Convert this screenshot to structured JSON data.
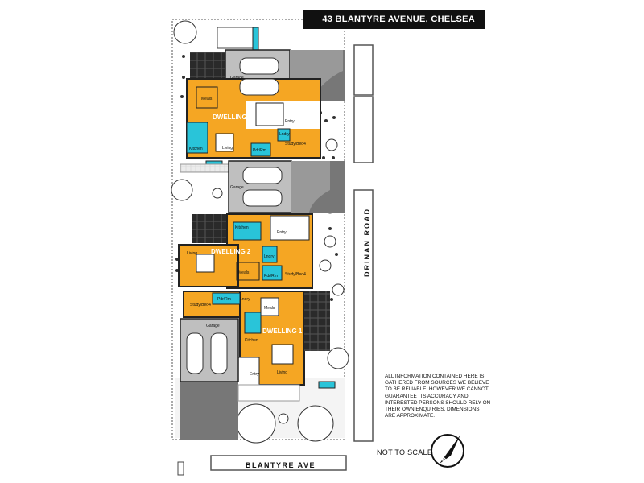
{
  "title": "43 BLANTYRE AVENUE, CHELSEA",
  "streets": {
    "bottom": "BLANTYRE    AVE",
    "side": "DRINAN    ROAD"
  },
  "scale_note": "NOT TO SCALE",
  "disclaimer": "ALL INFORMATION CONTAINED HERE IS GATHERED FROM SOURCES WE BELIEVE TO BE RELIABLE. HOWEVER WE CANNOT GUARANTEE ITS ACCURACY AND INTERESTED PERSONS SHOULD RELY ON THEIR OWN ENQUIRIES. DIMENSIONS ARE APPROXIMATE.",
  "compass": {
    "letter": "N"
  },
  "dwellings": {
    "d3": {
      "name": "DWELLING 3",
      "meals": "Meals",
      "kitchen": "Kitchen",
      "living": "Living",
      "entry": "Entry",
      "lndry": "Lndry",
      "pdr": "Pdr/Rm",
      "study": "Study/Bed4",
      "garage": "Garage"
    },
    "d2": {
      "name": "DWELLING 2",
      "kitchen": "Kitchen",
      "living": "Living",
      "meals": "Meals",
      "entry": "Entry",
      "lndry": "Lndry",
      "pdr": "Pdr/Rm",
      "study": "Study/Bed4",
      "garage": "Garage"
    },
    "d1": {
      "name": "DWELLING 1",
      "study": "Study/Bed4",
      "pdr": "Pdr/Rm",
      "lndry": "Lndry",
      "meals": "Meals",
      "kitchen": "Kitchen",
      "living": "Living",
      "entry": "Entry",
      "garage": "Garage"
    }
  },
  "colors": {
    "living": "#f5a623",
    "wet": "#29c4d9",
    "garage": "#bfbfbf",
    "paving": "#777777",
    "deck": "#222222"
  }
}
